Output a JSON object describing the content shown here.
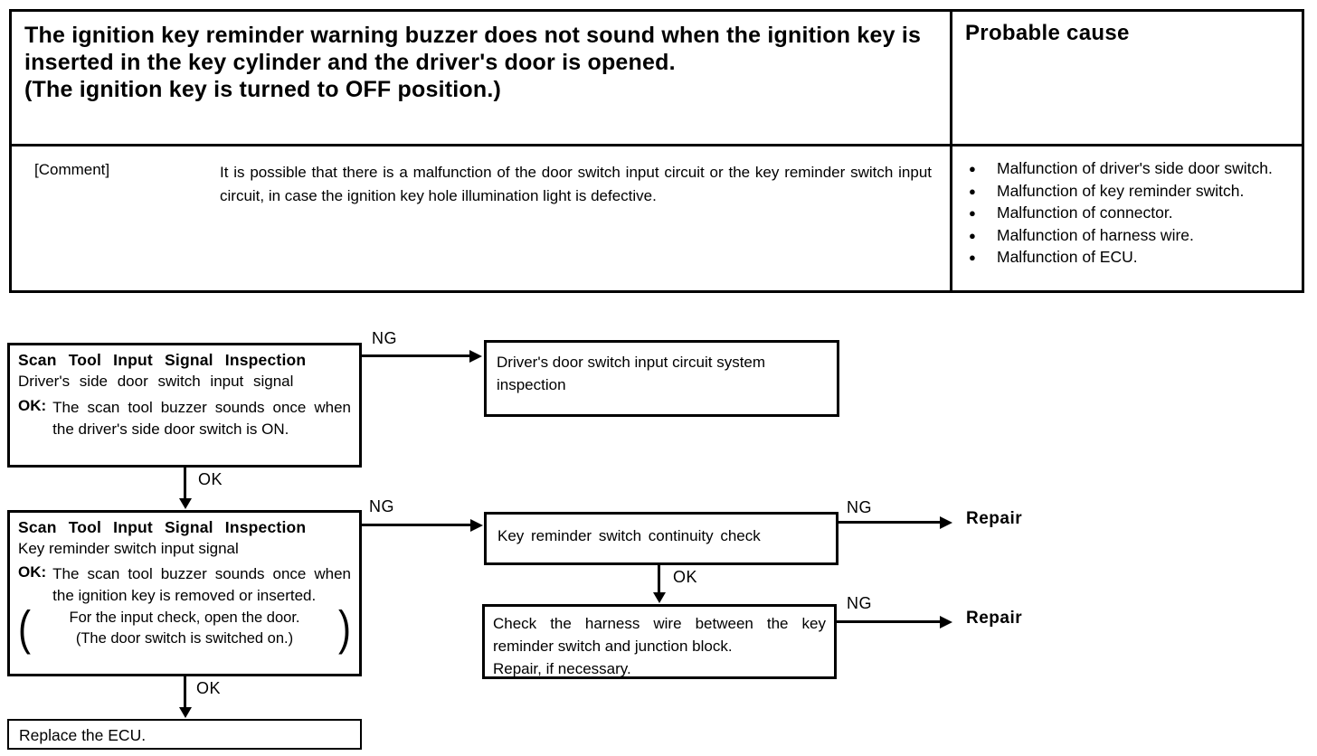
{
  "header": {
    "problem": "The ignition key reminder warning buzzer does not sound when the ignition key is inserted in the key cylinder and the driver's door is opened.\n(The ignition key is turned to OFF position.)",
    "probable_cause_title": "Probable cause"
  },
  "comment": {
    "label": "[Comment]",
    "text": "It is possible that there is a malfunction of the door switch input circuit or the key reminder switch input circuit, in case the ignition key hole illumination light is defective."
  },
  "probable_causes": [
    "Malfunction of driver's side door switch.",
    "Malfunction of key reminder switch.",
    "Malfunction of connector.",
    "Malfunction of harness wire.",
    "Malfunction of ECU."
  ],
  "flow": {
    "ng": "NG",
    "ok": "OK",
    "ok_colon": "OK:",
    "repair": "Repair",
    "step1": {
      "title": "Scan Tool Input Signal Inspection",
      "subtitle": "Driver's side door switch input signal",
      "ok_text": "The scan tool buzzer sounds once when the driver's side door switch is ON."
    },
    "step1_ng_box": "Driver's door switch input circuit system inspection",
    "step2": {
      "title": "Scan Tool Input Signal Inspection",
      "subtitle": "Key reminder switch input signal",
      "ok_text": "The scan tool buzzer sounds once when the ignition key is removed or inserted.",
      "note_line1": "For the input check, open the door.",
      "note_line2": "(The door switch is switched on.)",
      "paren_open": "(",
      "paren_close": ")"
    },
    "continuity_box": "Key reminder switch continuity check",
    "harness_box": "Check the harness wire between the key reminder switch and junction block.\nRepair, if necessary.",
    "final_box": "Replace the ECU."
  }
}
